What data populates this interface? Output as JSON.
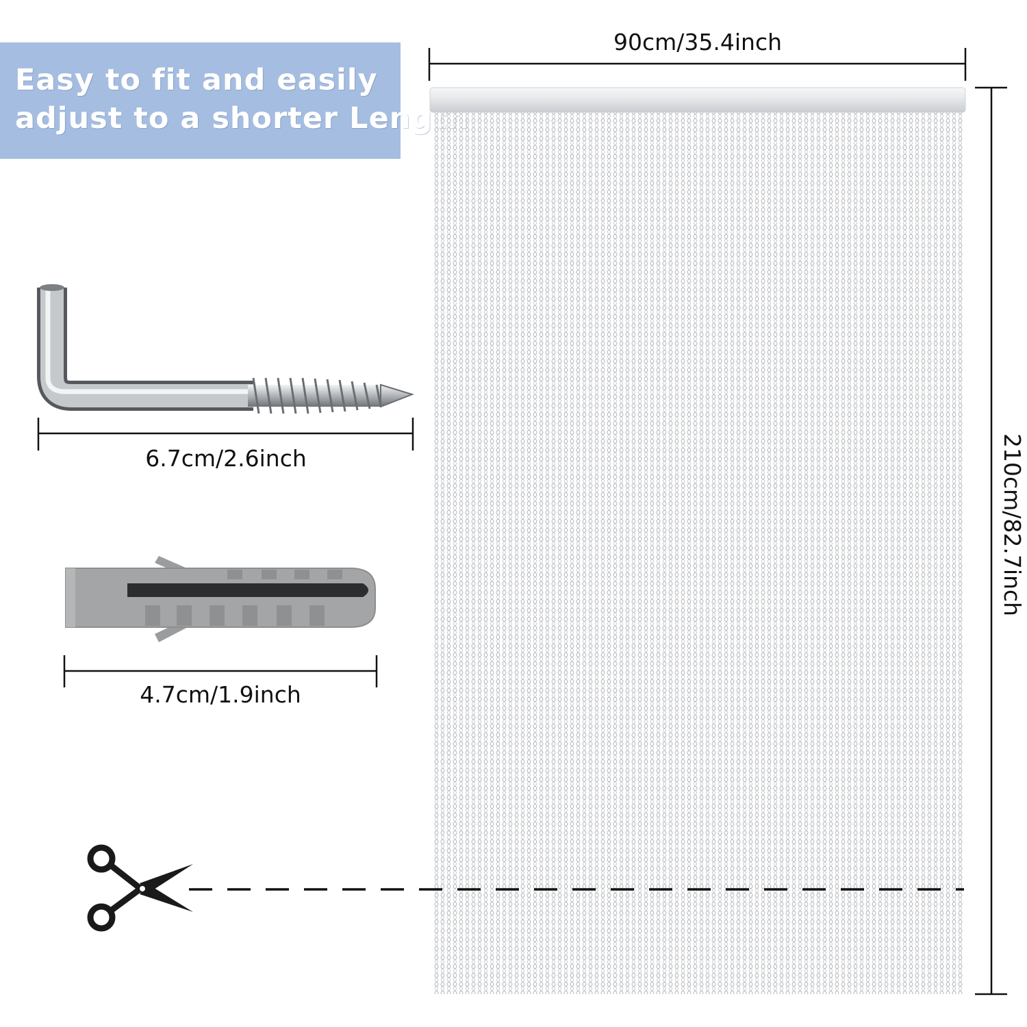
{
  "headline": {
    "line1": "Easy to fit and easily",
    "line2": "adjust to a shorter Length"
  },
  "dimensions": {
    "curtain_width": "90cm/35.4inch",
    "curtain_height": "210cm/82.7inch",
    "hook_length": "6.7cm/2.6inch",
    "anchor_length": "4.7cm/1.9inch"
  },
  "colors": {
    "banner": "#a5bde0",
    "headline_text": "#ffffff",
    "dimension_lines": "#111111",
    "chain": "#b9bcc0",
    "rail": "#e4e6e8",
    "wall_anchor": "#9fa1a3"
  },
  "icons": [
    "hook-screw-icon",
    "wall-anchor-icon",
    "scissors-icon",
    "chain-curtain-icon"
  ]
}
